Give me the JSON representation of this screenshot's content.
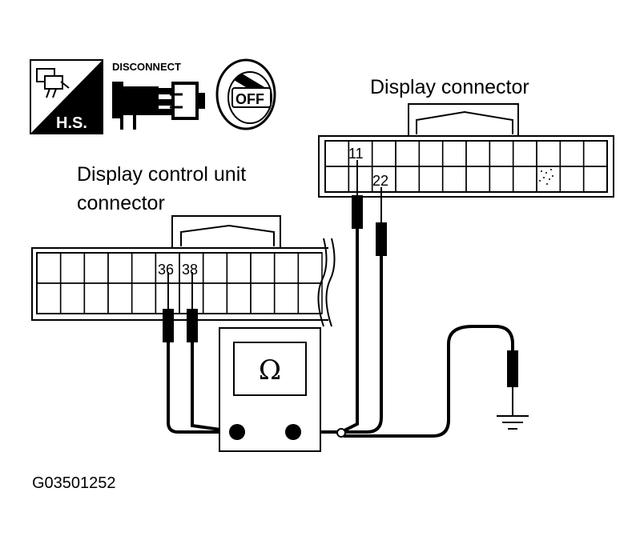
{
  "labels": {
    "display_connector": "Display connector",
    "dcu_connector_line1": "Display control unit",
    "dcu_connector_line2": "connector",
    "figure_code": "G03501252"
  },
  "icons": {
    "hs_badge": "H.S.",
    "disconnect_label": "DISCONNECT",
    "ignition_state": "OFF",
    "meter_symbol": "Ω"
  },
  "pins": {
    "dcu_pin_a": "36",
    "dcu_pin_b": "38",
    "display_pin_a": "11",
    "display_pin_b": "22"
  },
  "colors": {
    "line": "#000000",
    "background": "#ffffff"
  }
}
